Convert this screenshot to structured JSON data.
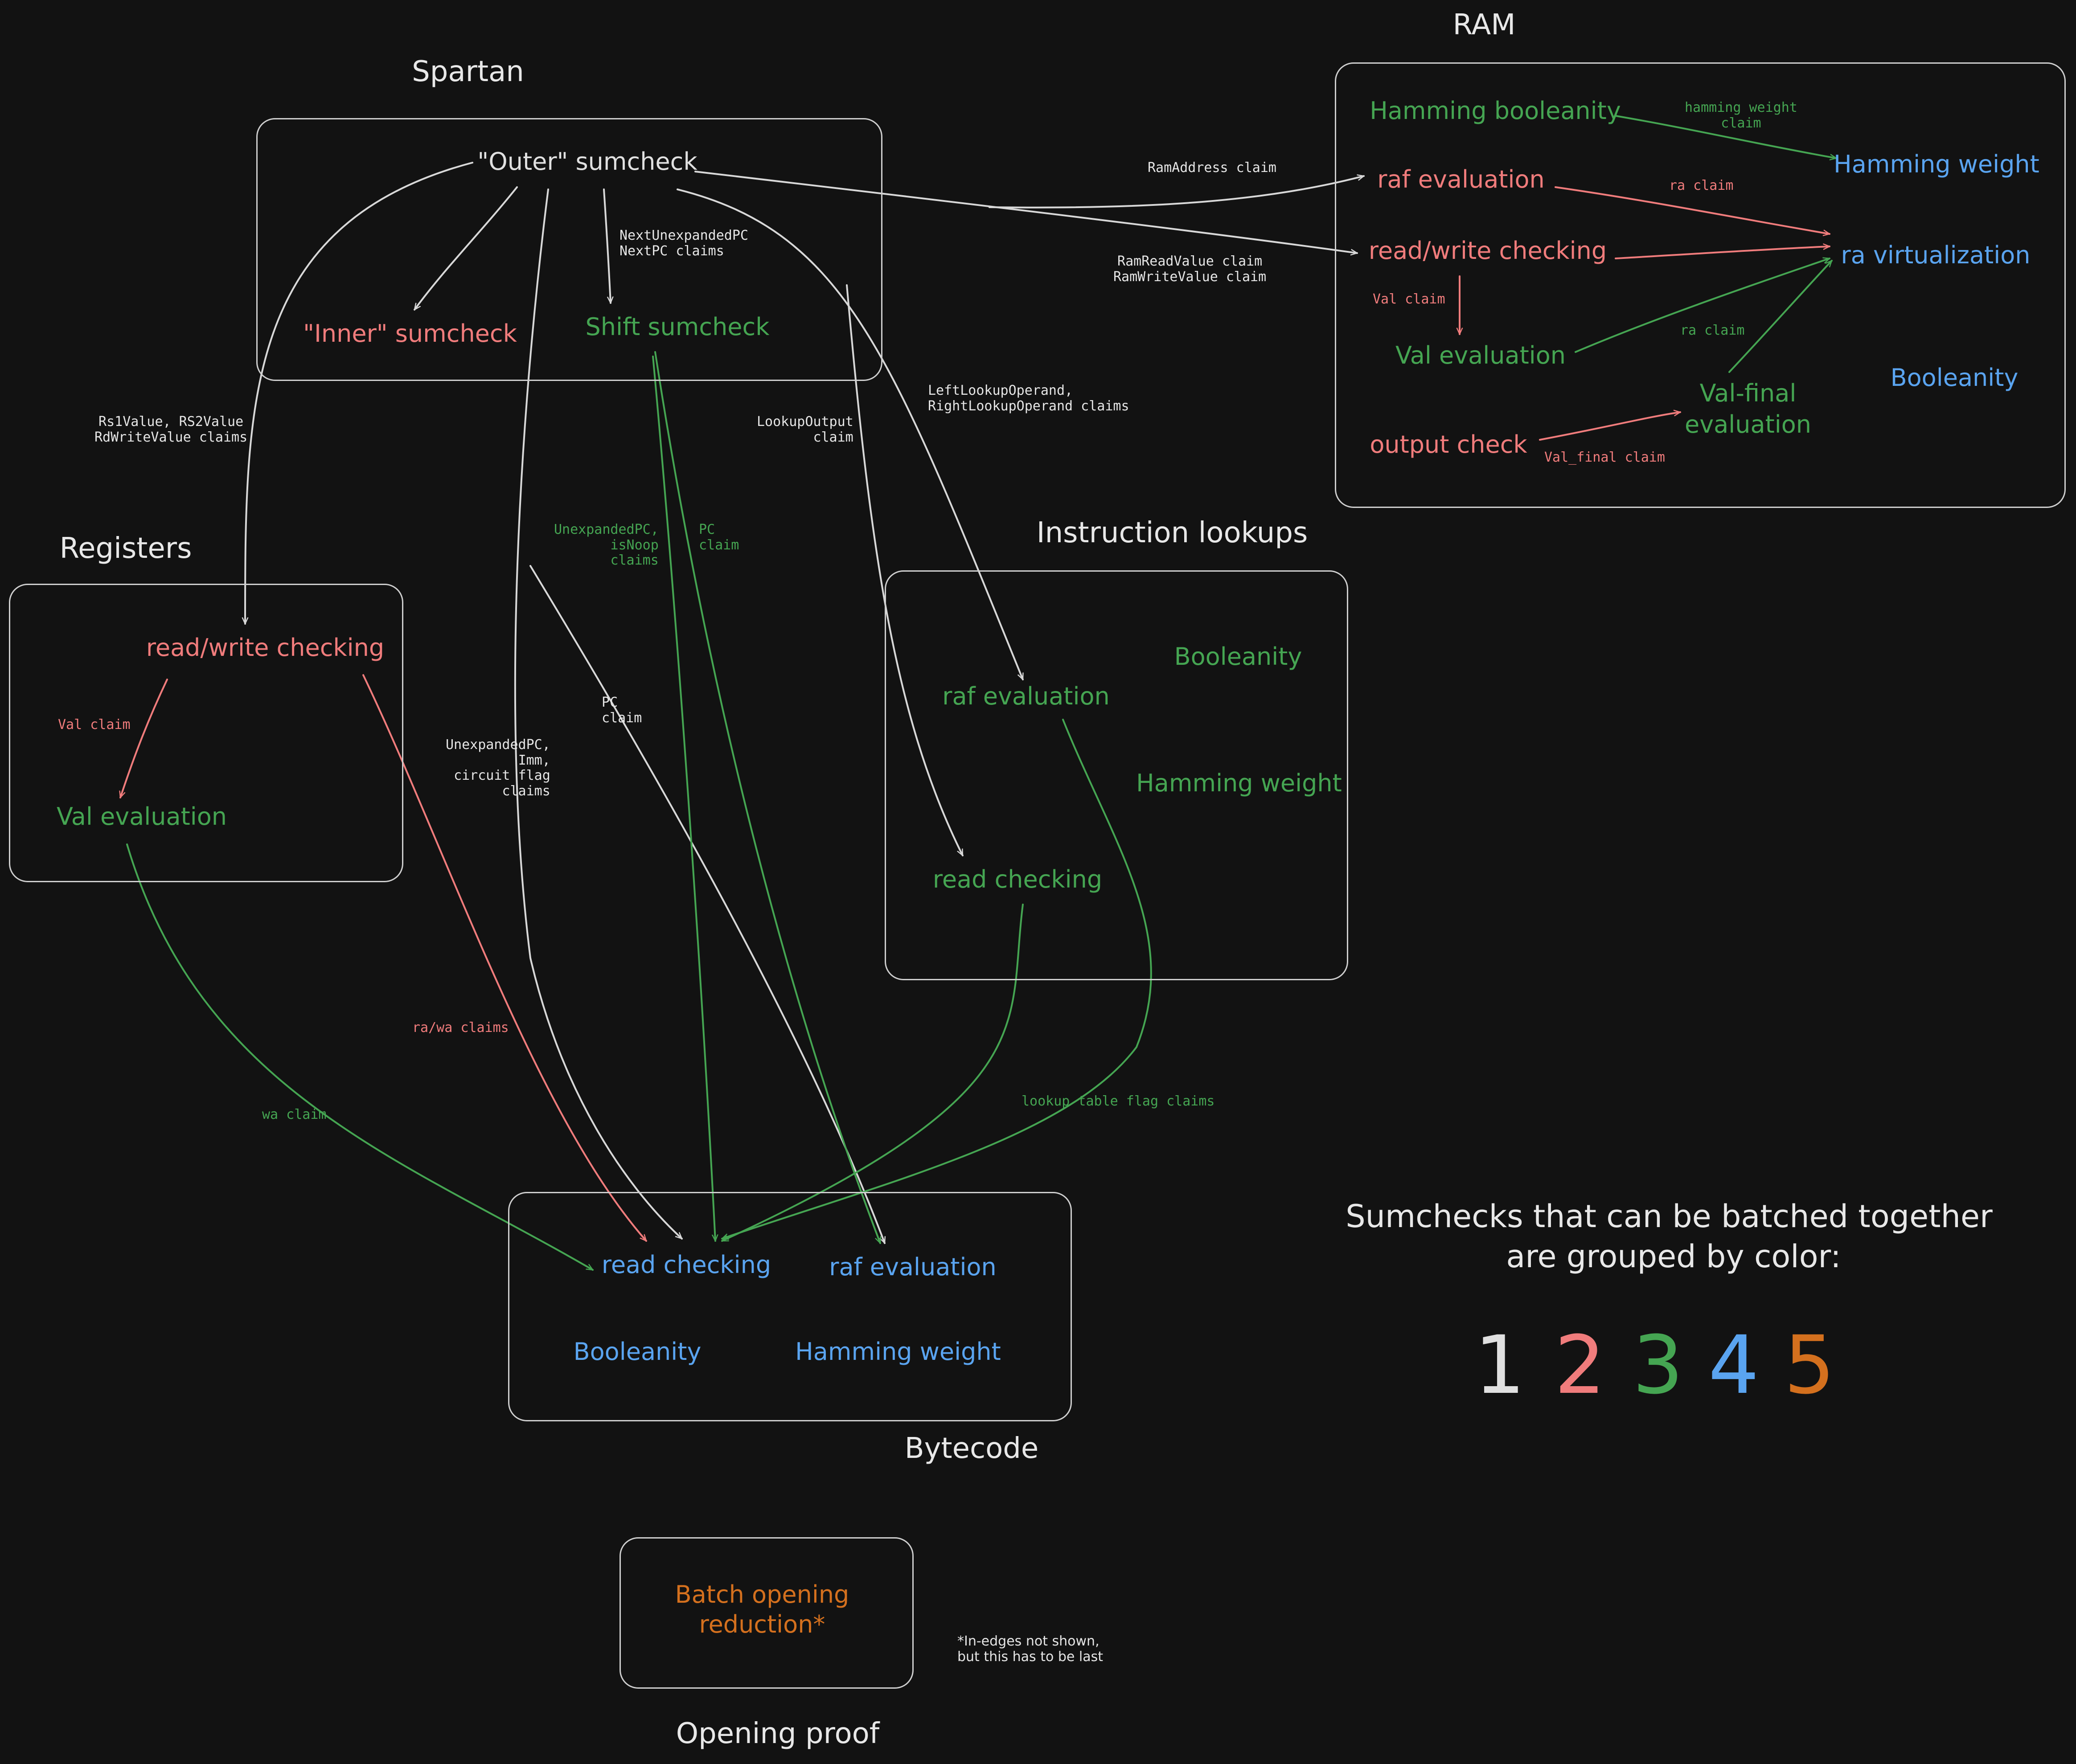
{
  "groups": {
    "spartan": "Spartan",
    "ram": "RAM",
    "registers": "Registers",
    "instruction_lookups": "Instruction lookups",
    "bytecode": "Bytecode",
    "opening_proof": "Opening proof"
  },
  "nodes": {
    "outer_sumcheck": "\"Outer\" sumcheck",
    "inner_sumcheck": "\"Inner\" sumcheck",
    "shift_sumcheck": "Shift sumcheck",
    "ram_hamming_booleanity": "Hamming booleanity",
    "ram_hamming_weight": "Hamming weight",
    "ram_raf_evaluation": "raf evaluation",
    "ram_read_write_checking": "read/write checking",
    "ram_ra_virtualization": "ra virtualization",
    "ram_val_evaluation": "Val evaluation",
    "ram_val_final_1": "Val-final",
    "ram_val_final_2": "evaluation",
    "ram_booleanity": "Booleanity",
    "ram_output_check": "output check",
    "reg_read_write_checking": "read/write checking",
    "reg_val_evaluation": "Val evaluation",
    "il_booleanity": "Booleanity",
    "il_raf_evaluation": "raf evaluation",
    "il_hamming_weight": "Hamming weight",
    "il_read_checking": "read checking",
    "bc_read_checking": "read checking",
    "bc_raf_evaluation": "raf evaluation",
    "bc_booleanity": "Booleanity",
    "bc_hamming_weight": "Hamming weight",
    "batch_opening_1": "Batch opening",
    "batch_opening_2": "reduction*"
  },
  "edge_labels": {
    "hamming_weight_claim": "hamming weight\nclaim",
    "ram_address_claim": "RamAddress claim",
    "ra_claim_1": "ra claim",
    "ram_read_write_value_claims": "RamReadValue claim\nRamWriteValue claim",
    "ram_val_claim": "Val claim",
    "ra_claim_2": "ra claim",
    "val_final_claim": "Val_final claim",
    "next_pc_claims": "NextUnexpandedPC\nNextPC claims",
    "lookup_operand_claims": "LeftLookupOperand,\nRightLookupOperand claims",
    "lookup_output_claim": "LookupOutput\nclaim",
    "register_value_claims": "Rs1Value, RS2Value\nRdWriteValue claims",
    "unexpanded_pc_isnoop_claims": "UnexpandedPC,\nisNoop\nclaims",
    "pc_claim_green": "PC\nclaim",
    "pc_claim_white": "PC\nclaim",
    "unexpanded_pc_imm_claims": "UnexpandedPC,\nImm,\ncircuit flag\nclaims",
    "reg_val_claim": "Val claim",
    "ra_wa_claims": "ra/wa claims",
    "wa_claim": "wa claim",
    "lookup_table_flag_claims": "lookup table flag claims"
  },
  "legend": {
    "line1": "Sumchecks that can be batched together",
    "line2": "are grouped by color:",
    "numbers": [
      "1",
      "2",
      "3",
      "4",
      "5"
    ]
  },
  "footnote": "*In-edges not shown,\nbut this has to be last",
  "colors": {
    "group1": "#e0e0e0",
    "group2": "#f07c7c",
    "group3": "#45a552",
    "group4": "#5aa4f0",
    "group5": "#d4701e",
    "background": "#121212"
  }
}
